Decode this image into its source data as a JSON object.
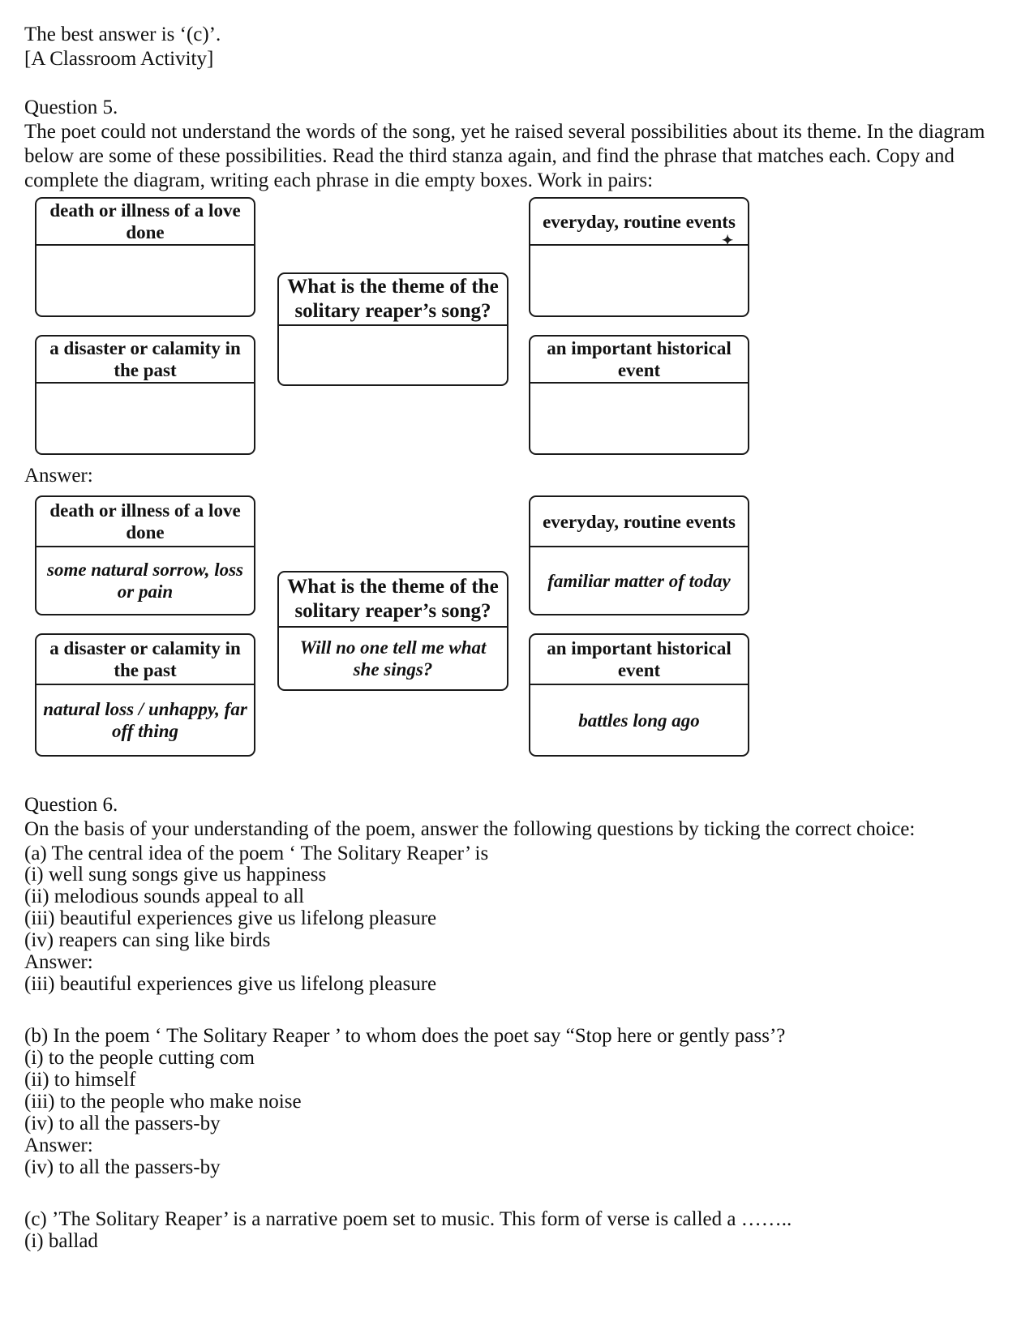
{
  "intro": {
    "line1": "The best answer is ‘(c)’.",
    "line2": "[A Classroom Activity]"
  },
  "question5": {
    "heading": "Question 5.",
    "body": "The poet could not understand the words of the song, yet he raised several possibilities about its theme. In the diagram below are some of these possibilities. Read the third stanza again, and find the phrase that matches each. Copy and complete the diagram, writing each phrase in die empty boxes. Work in pairs:",
    "answer_label": "Answer:"
  },
  "diagram_blank": {
    "left_boxes": [
      {
        "top": "death or illness of a\nlove done",
        "bottom": ""
      },
      {
        "top": "a disaster or calamity\nin the past",
        "bottom": ""
      }
    ],
    "center_box": {
      "top": "What is the theme of the\nsolitary reaper’s song?",
      "bottom": ""
    },
    "right_boxes": [
      {
        "top": "everyday, routine\nevents",
        "bottom": "",
        "mark": "✦"
      },
      {
        "top": "an important\nhistorical event",
        "bottom": ""
      }
    ]
  },
  "diagram_answer": {
    "left_boxes": [
      {
        "top": "death or illness of a\nlove done",
        "bottom": "some natural\nsorrow, loss or pain"
      },
      {
        "top": "a disaster or calamity\nin the past",
        "bottom": "natural loss / unhappy,\nfar off thing"
      }
    ],
    "center_box": {
      "top": "What is the theme of the\nsolitary reaper’s song?",
      "bottom": "Will no one tell me\nwhat she sings?"
    },
    "right_boxes": [
      {
        "top": "everyday, routine\nevents",
        "bottom": "familiar matter\nof today"
      },
      {
        "top": "an important\nhistorical event",
        "bottom": "battles long ago"
      }
    ]
  },
  "question6": {
    "heading": "Question 6.",
    "intro": "On the basis of your understanding of the poem, answer the following questions by ticking the correct choice:",
    "parts": [
      {
        "stem": "(a) The central idea of the poem ‘ The Solitary Reaper’ is",
        "options": [
          "(i) well sung songs give us happiness",
          "(ii) melodious sounds appeal to all",
          "(iii) beautiful experiences give us lifelong pleasure",
          "(iv) reapers can sing like birds"
        ],
        "answer_label": "Answer:",
        "answer": "(iii) beautiful experiences give us lifelong pleasure"
      },
      {
        "stem": "(b) In the poem ‘ The Solitary Reaper ’ to whom does the poet say “Stop here or gently pass’?",
        "options": [
          "(i) to the people cutting com",
          "(ii) to himself",
          "(iii) to the people who make noise",
          "(iv) to all the passers-by"
        ],
        "answer_label": "Answer:",
        "answer": "(iv) to all the passers-by"
      },
      {
        "stem": "(c) ’The Solitary Reaper’ is a narrative poem set to music. This form of verse is called a ……..",
        "options": [
          "(i) ballad"
        ],
        "answer_label": "",
        "answer": ""
      }
    ]
  }
}
